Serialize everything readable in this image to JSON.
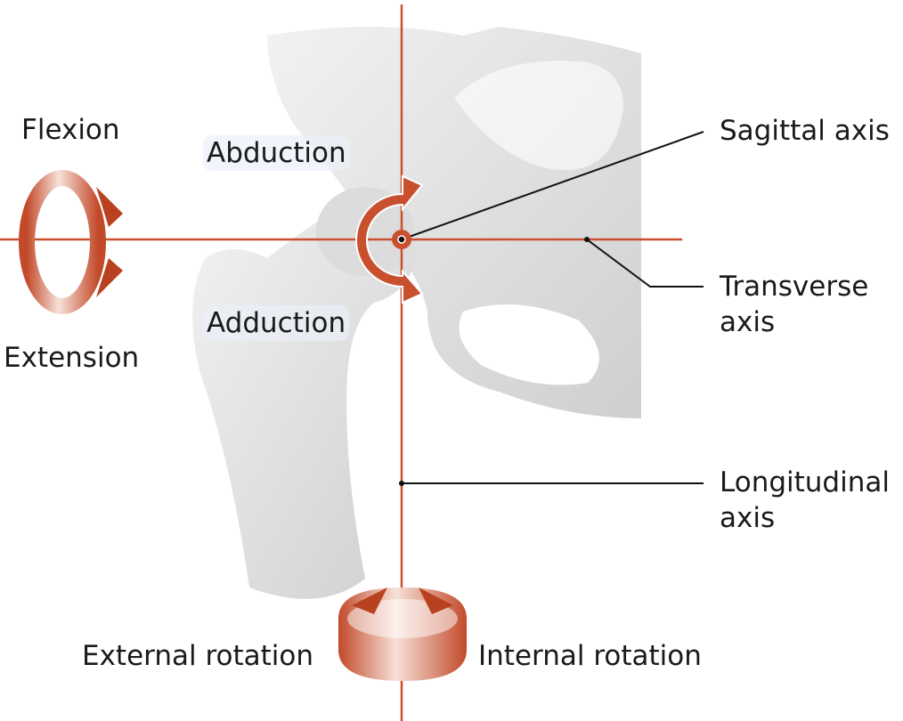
{
  "labels": {
    "flexion": "Flexion",
    "extension": "Extension",
    "abduction": "Abduction",
    "adduction": "Adduction",
    "sagittal_axis": "Sagittal axis",
    "transverse_axis": "Transverse axis",
    "longitudinal_axis": "Longitudinal axis",
    "external_rotation": "External rotation",
    "internal_rotation": "Internal rotation"
  },
  "colors": {
    "axis": "#c9502f",
    "bone": "#e4e4e4",
    "leader": "#111111"
  }
}
